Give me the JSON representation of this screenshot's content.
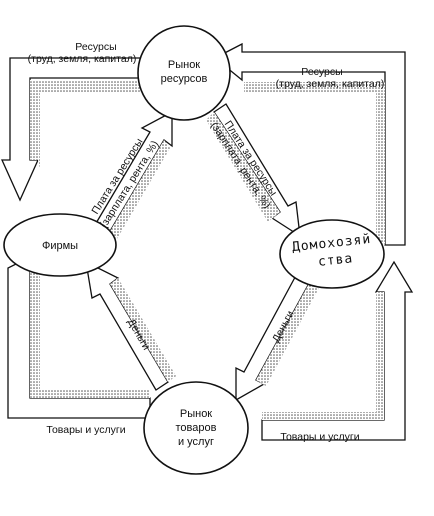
{
  "diagram": {
    "nodes": {
      "resource_market": [
        "Рынок",
        "ресурсов"
      ],
      "firms": "Фирмы",
      "households": [
        "Домохозяй",
        "ства"
      ],
      "goods_market": [
        "Рынок",
        "товаров",
        "и услуг"
      ]
    },
    "flows": {
      "resources_left": [
        "Ресурсы",
        "(труд, земля, капитал)"
      ],
      "resources_right": [
        "Ресурсы",
        "(труд, земля, капитал)"
      ],
      "payment_left": [
        "Плата за ресурсы",
        "(зарплата, рента, %)"
      ],
      "payment_right": [
        "Плата за ресурсы",
        "(зарплата, рента, %)"
      ],
      "money_left": "Деньги",
      "money_right": "Деньги",
      "goods_left": "Товары и услуги",
      "goods_right": "Товары и услуги"
    }
  }
}
